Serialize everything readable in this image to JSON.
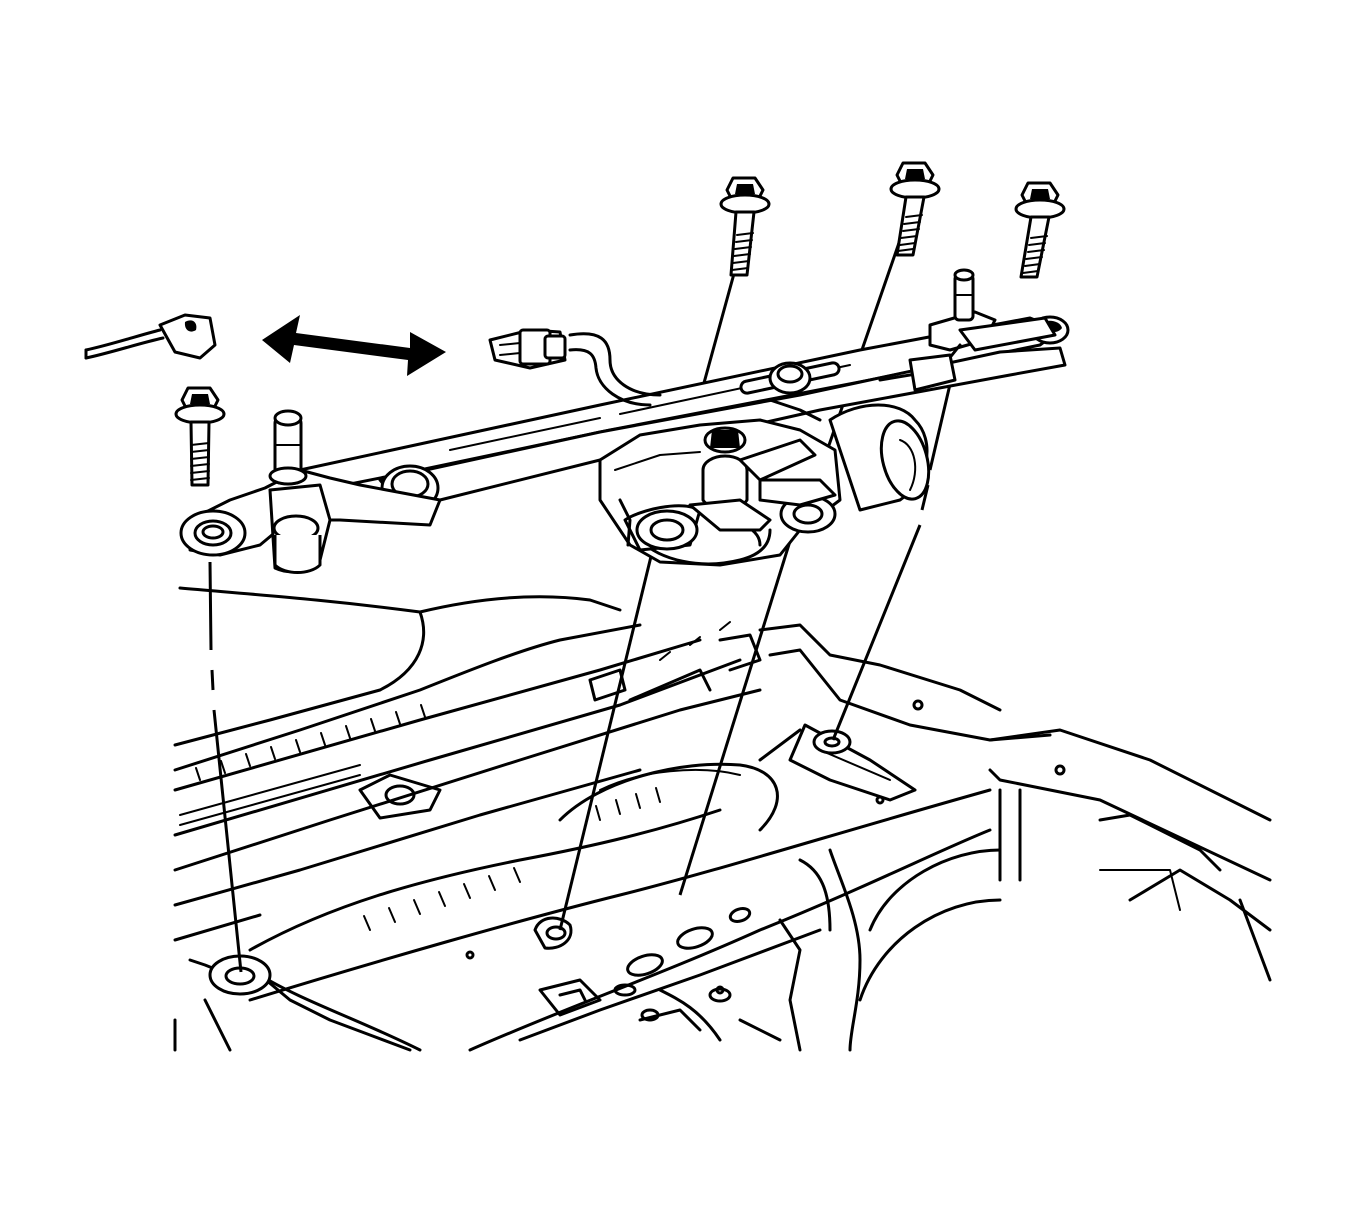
{
  "diagram": {
    "type": "exploded-assembly-illustration",
    "subject": "windshield-wiper-transmission-and-motor-removal",
    "colors": {
      "line": "#000000",
      "background": "#ffffff"
    },
    "bolt_count": 5,
    "arrow": "double-headed-horizontal"
  }
}
